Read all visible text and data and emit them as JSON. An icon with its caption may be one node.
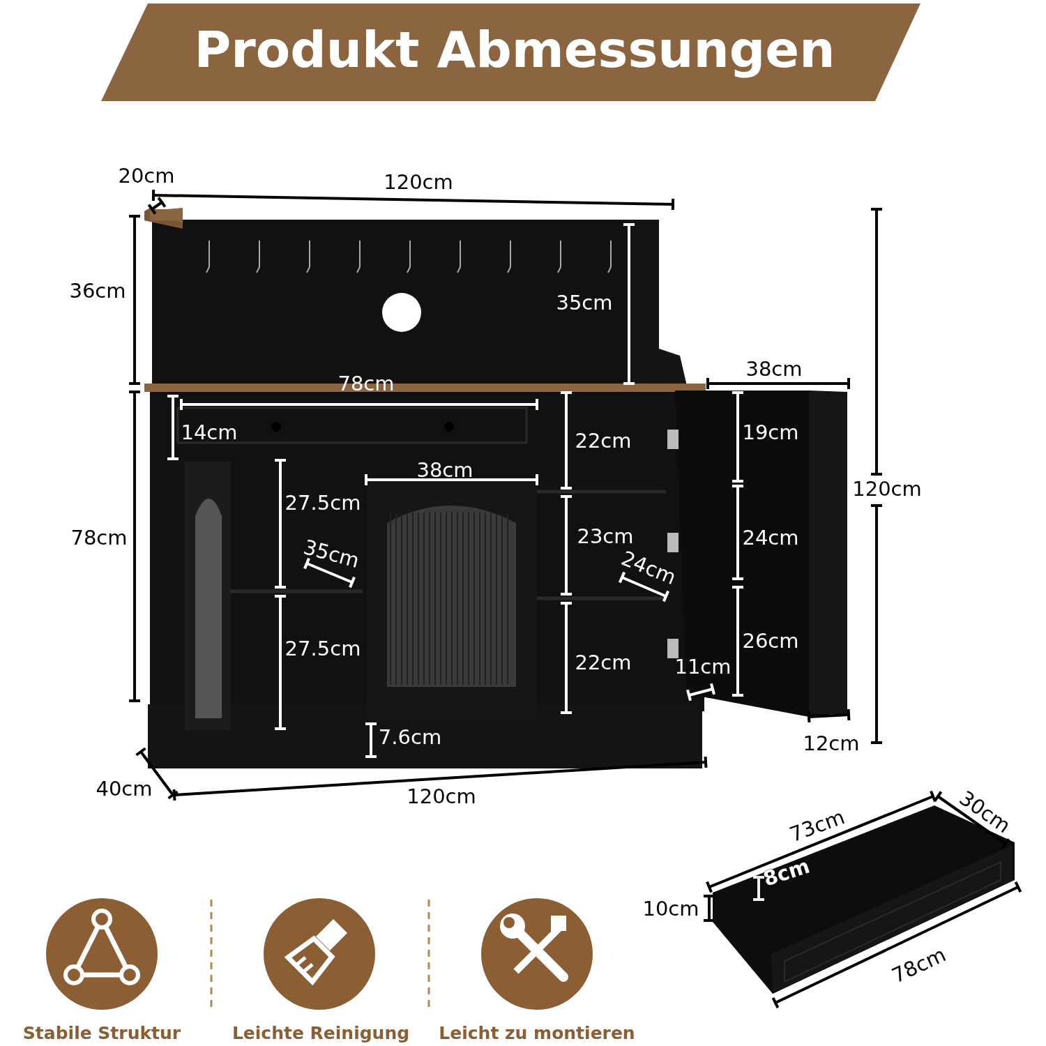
{
  "diagram": {
    "title": "Produkt Abmessungen",
    "labels": [
      "20cm",
      "120cm",
      "36cm",
      "35cm",
      "38cm",
      "78cm",
      "14cm",
      "22cm",
      "19cm",
      "38cm",
      "27.5cm",
      "120cm",
      "78cm",
      "23cm",
      "35cm",
      "24cm",
      "24cm",
      "27.5cm",
      "26cm",
      "22cm",
      "11cm",
      "7.6cm",
      "12cm",
      "40cm",
      "120cm",
      "73cm",
      "30cm",
      "8cm",
      "10cm",
      "78cm",
      "Stabile Struktur",
      "Leichte Reinigung",
      "Leicht zu montieren"
    ]
  }
}
